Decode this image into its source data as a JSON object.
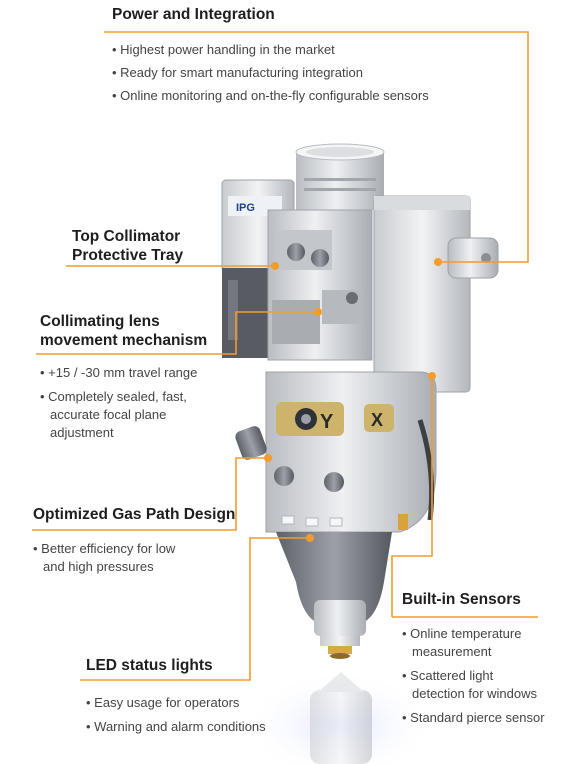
{
  "colors": {
    "accent": "#f29c2b",
    "body": "#d6d8db",
    "dark": "#7b7f85"
  },
  "sections": {
    "power": {
      "title": "Power and Integration",
      "bullets": [
        "• Highest power handling in the market",
        "• Ready for smart manufacturing integration",
        "• Online monitoring and on-the-fly configurable sensors"
      ]
    },
    "collimator_tray": {
      "title_lines": [
        "Top Collimator",
        "Protective Tray"
      ]
    },
    "collimating": {
      "title_lines": [
        "Collimating lens",
        "movement mechanism"
      ],
      "bullets": [
        "• +15 / -30 mm travel range",
        "• Completely sealed, fast,",
        "accurate focal plane",
        "adjustment"
      ]
    },
    "gas": {
      "title": "Optimized Gas Path Design",
      "bullets": [
        "• Better efficiency for low",
        "and high pressures"
      ]
    },
    "sensors": {
      "title": "Built-in Sensors",
      "bullets": [
        "• Online temperature",
        "measurement",
        "• Scattered light",
        "detection for windows",
        "• Standard pierce sensor"
      ]
    },
    "led": {
      "title": "LED status lights",
      "bullets": [
        "• Easy usage for operators",
        "• Warning and alarm conditions"
      ]
    }
  },
  "device": {
    "logo": "IPG",
    "axis_y": "Y",
    "axis_x": "X"
  }
}
